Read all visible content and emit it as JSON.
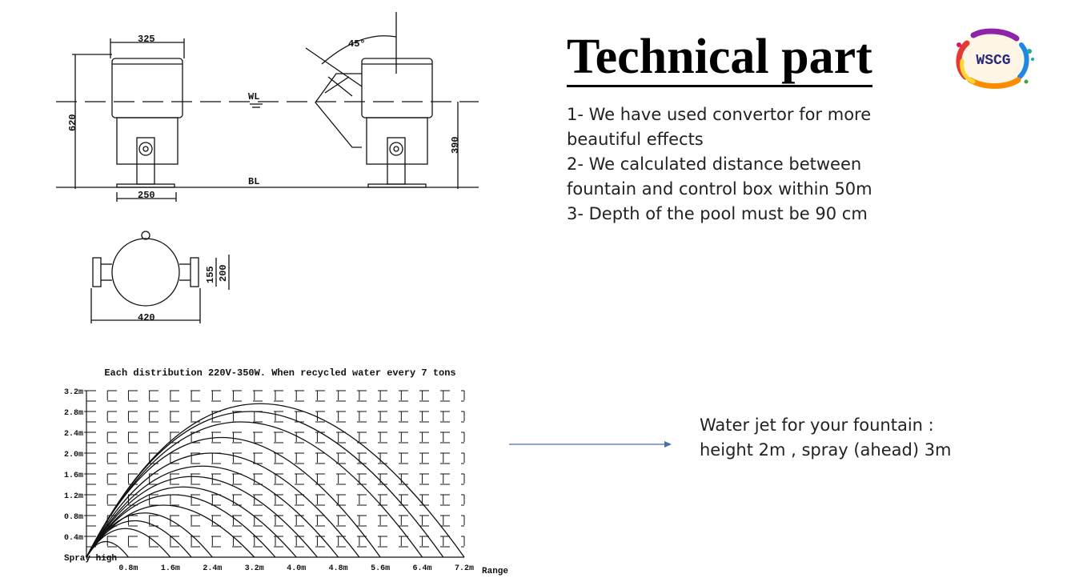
{
  "title": "Technical part",
  "points": [
    "1- We have used convertor  for more",
    "beautiful effects",
    "2- We calculated distance between",
    "fountain and control box within 50m",
    "3- Depth of the pool must be 90 cm"
  ],
  "jet_note": [
    "Water jet for your fountain :",
    "height 2m , spray (ahead) 3m"
  ],
  "logo_text": "WSCG",
  "drawing": {
    "dim_325": "325",
    "dim_620": "620",
    "dim_250": "250",
    "dim_390": "390",
    "angle": "45°",
    "wl": "WL",
    "bl": "BL",
    "dim_420": "420",
    "dim_155": "155",
    "dim_200": "200"
  },
  "chart_data": {
    "type": "line",
    "title": "Each distribution 220V-350W. When recycled water every 7 tons",
    "xlabel": "Range",
    "ylabel": "Spray high",
    "x_ticks": [
      "0.8m",
      "1.6m",
      "2.4m",
      "3.2m",
      "4.0m",
      "4.8m",
      "5.6m",
      "6.4m",
      "7.2m"
    ],
    "y_ticks": [
      "0.4m",
      "0.8m",
      "1.2m",
      "1.6m",
      "2.0m",
      "2.4m",
      "2.8m",
      "3.2m"
    ],
    "xlim": [
      0,
      7.2
    ],
    "ylim": [
      0,
      3.2
    ],
    "series": [
      {
        "range": 0.8,
        "height": 0.3
      },
      {
        "range": 1.6,
        "height": 0.55
      },
      {
        "range": 2.0,
        "height": 0.7
      },
      {
        "range": 2.4,
        "height": 0.85
      },
      {
        "range": 3.2,
        "height": 1.0
      },
      {
        "range": 3.6,
        "height": 1.2
      },
      {
        "range": 4.0,
        "height": 1.35
      },
      {
        "range": 4.4,
        "height": 1.55
      },
      {
        "range": 4.8,
        "height": 1.75
      },
      {
        "range": 5.2,
        "height": 2.0
      },
      {
        "range": 5.6,
        "height": 2.3
      },
      {
        "range": 6.4,
        "height": 2.6
      },
      {
        "range": 6.8,
        "height": 2.8
      },
      {
        "range": 7.2,
        "height": 2.95
      }
    ]
  },
  "colors": {
    "arrow": "#4a6fa5",
    "ink": "#111111"
  }
}
